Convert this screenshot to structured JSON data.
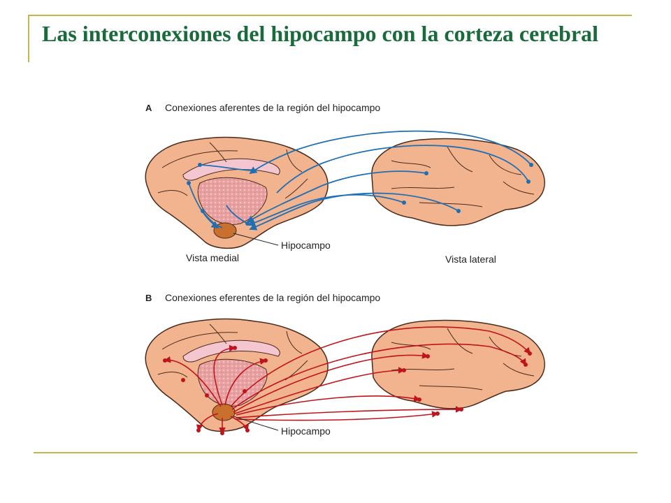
{
  "slide": {
    "title": "Las interconexiones del hipocampo con la corteza cerebral"
  },
  "panel_a": {
    "letter": "A",
    "caption": "Conexiones aferentes de la región del hipocampo",
    "label_hipocampo": "Hipocampo",
    "label_medial": "Vista medial",
    "label_lateral": "Vista lateral",
    "arrow_color": "#1f6fb4"
  },
  "panel_b": {
    "letter": "B",
    "caption": "Conexiones eferentes de la región del hipocampo",
    "label_hipocampo": "Hipocampo",
    "arrow_color": "#c0141c"
  },
  "colors": {
    "title": "#1a6b3c",
    "rule": "#c8b44a",
    "brain_fill": "#f2b38f",
    "brain_outline": "#4a2a1a",
    "hippocampus": "#c9702e"
  }
}
